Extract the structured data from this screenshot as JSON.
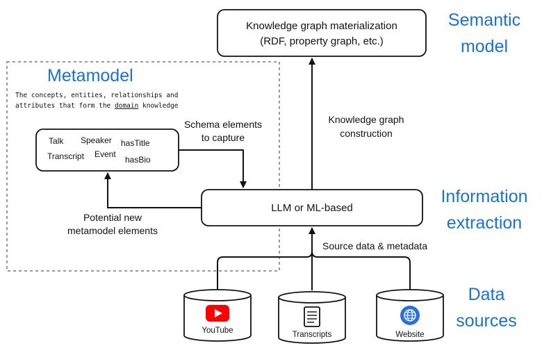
{
  "section_labels": {
    "semantic_model": [
      "Semantic",
      "model"
    ],
    "information_extraction": [
      "Information",
      "extraction"
    ],
    "data_sources": [
      "Data",
      "sources"
    ]
  },
  "metamodel": {
    "title": "Metamodel",
    "description_line1": "The concepts, entities, relationships and",
    "description_line2_prefix": "attributes that form the ",
    "description_line2_underlined": "domain",
    "description_line2_suffix": " knowledge",
    "schema_terms": {
      "talk": "Talk",
      "speaker": "Speaker",
      "has_title": "hasTitle",
      "transcript": "Transcript",
      "event": "Event",
      "has_bio": "hasBio"
    }
  },
  "boxes": {
    "kg_materialization": [
      "Knowledge graph materialization",
      "(RDF, property graph, etc.)"
    ],
    "llm": "LLM or ML-based"
  },
  "edge_labels": {
    "schema_elements": [
      "Schema elements",
      "to capture"
    ],
    "kg_construction": [
      "Knowledge graph",
      "construction"
    ],
    "potential_new": [
      "Potential new",
      "metamodel elements"
    ],
    "source_data": "Source data & metadata"
  },
  "sources": {
    "youtube": "YouTube",
    "transcripts": "Transcripts",
    "website": "Website"
  },
  "colors": {
    "accent_blue": "#1a73c8",
    "youtube_red": "#ff0000",
    "website_blue": "#2a6fdb"
  }
}
